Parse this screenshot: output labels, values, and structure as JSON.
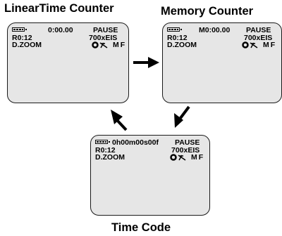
{
  "labels": {
    "linear_time_counter": "LinearTime Counter",
    "memory_counter": "Memory Counter",
    "time_code": "Time Code"
  },
  "screens": {
    "linear": {
      "counter": "0:00.00",
      "status": "PAUSE",
      "remaining": "R0:12",
      "zoom_value": "700xEIS",
      "zoom_label": "D.ZOOM",
      "focus": "MF"
    },
    "memory": {
      "counter": "M0:00.00",
      "status": "PAUSE",
      "remaining": "R0:12",
      "zoom_value": "700xEIS",
      "zoom_label": "D.ZOOM",
      "focus": "MF"
    },
    "timecode": {
      "counter": "0h00m00s00f",
      "status": "PAUSE",
      "remaining": "R0:12",
      "zoom_value": "700xEIS",
      "zoom_label": "D.ZOOM",
      "focus": "MF"
    }
  },
  "icons": {
    "battery": "battery-icon",
    "program_ae": "program-ae-icon",
    "arrow": "arrow-icon"
  },
  "colors": {
    "screen_fill": "#e6e6e6",
    "outline": "#1a1a1a",
    "text": "#000000"
  }
}
